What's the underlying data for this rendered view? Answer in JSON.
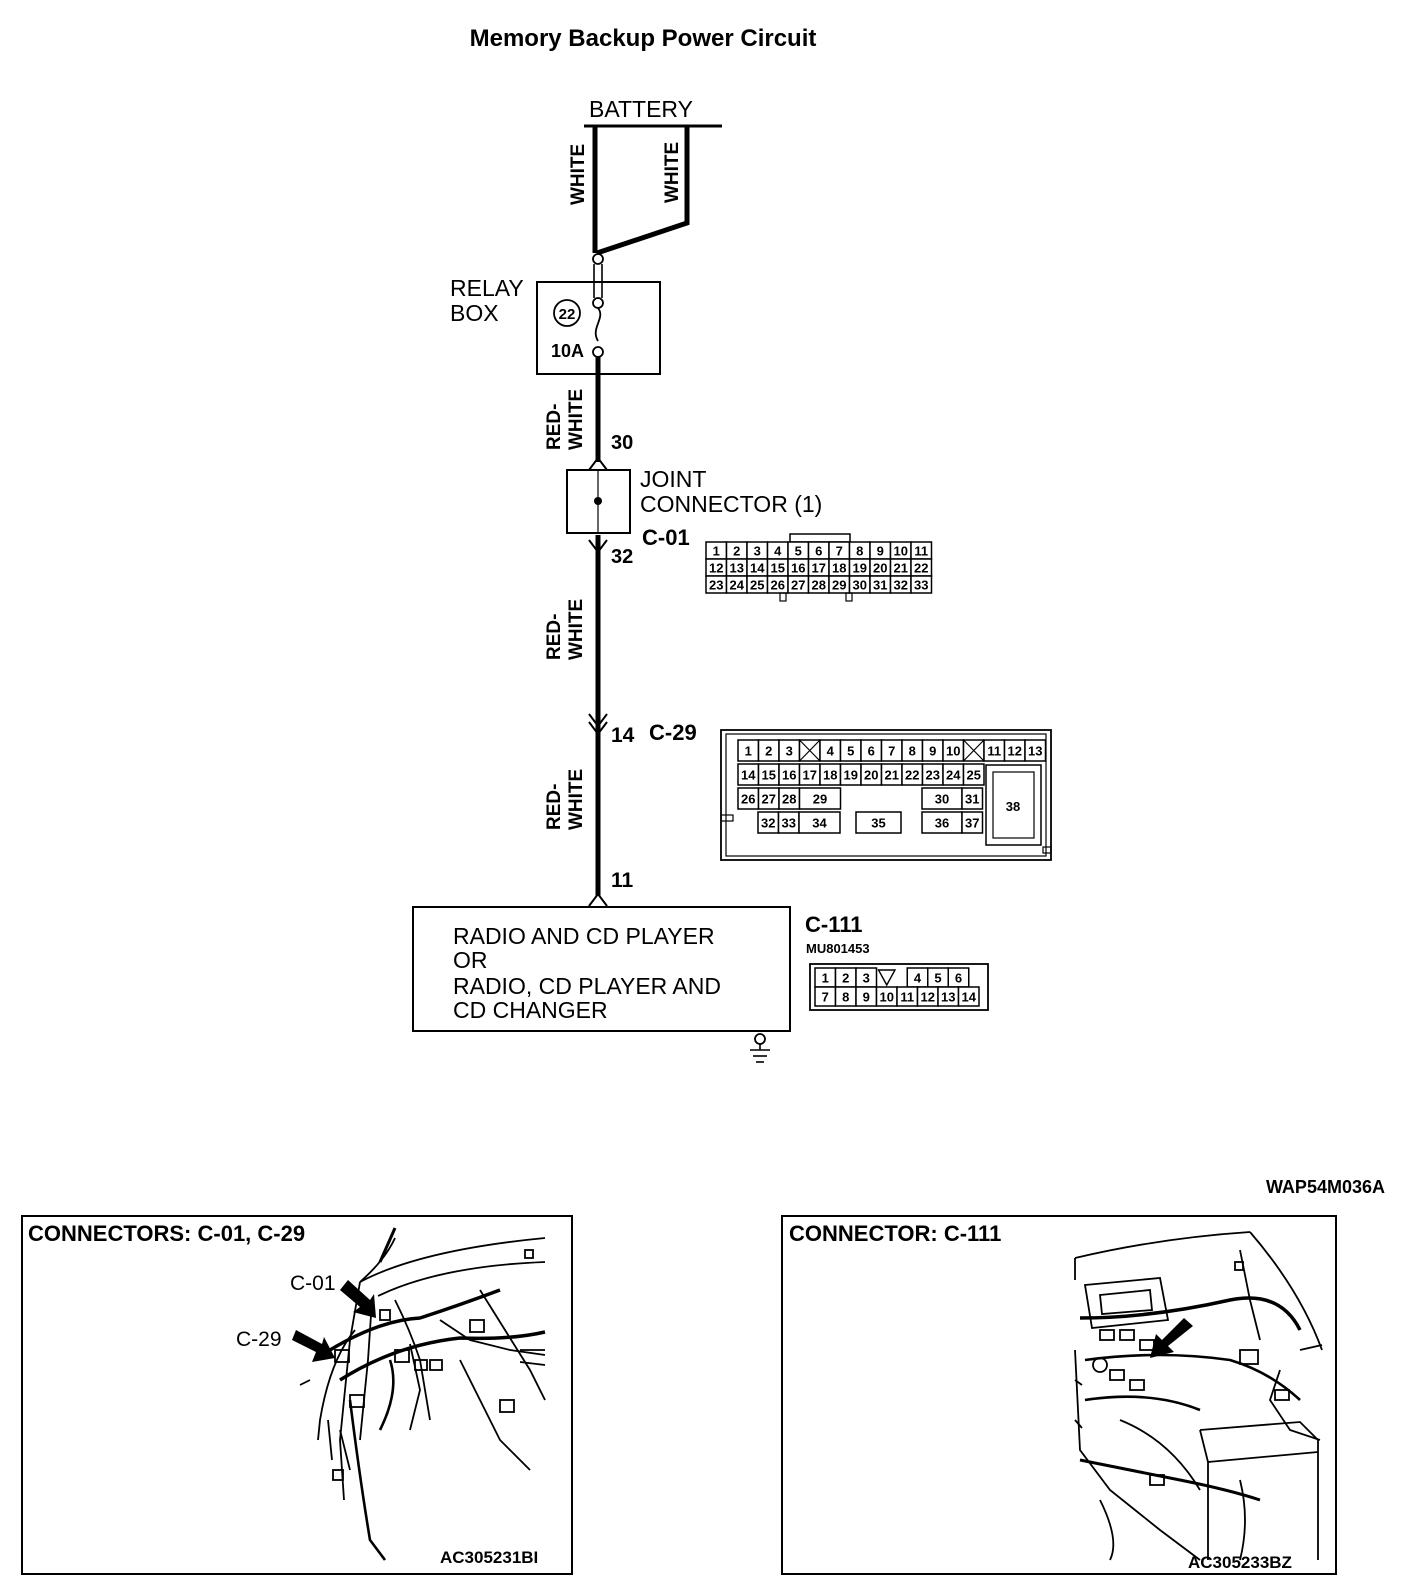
{
  "title": "Memory Backup Power Circuit",
  "figure_code": "WAP54M036A",
  "battery": {
    "label": "BATTERY",
    "wire_left": "WHITE",
    "wire_right": "WHITE"
  },
  "relay_box": {
    "label_line1": "RELAY",
    "label_line2": "BOX",
    "fuse_number": "22",
    "fuse_rating": "10A"
  },
  "wire_red_white": {
    "line1": "RED-",
    "line2": "WHITE"
  },
  "joint_connector": {
    "label_line1": "JOINT",
    "label_line2": "CONNECTOR (1)",
    "connector_id": "C-01",
    "pin_in": "30",
    "pin_out": "32"
  },
  "c29": {
    "connector_id": "C-29",
    "pin": "14"
  },
  "radio": {
    "pin": "11",
    "line1": "RADIO AND CD PLAYER",
    "line2": "OR",
    "line3": "RADIO, CD PLAYER AND",
    "line4": "CD CHANGER",
    "connector_id": "C-111",
    "part_number": "MU801453"
  },
  "panel_left": {
    "title": "CONNECTORS: C-01, C-29",
    "callout_1": "C-01",
    "callout_2": "C-29",
    "code": "AC305231BI"
  },
  "panel_right": {
    "title": "CONNECTOR: C-111",
    "code": "AC305233BZ"
  },
  "c01_pins": {
    "row1": [
      "1",
      "2",
      "3",
      "4",
      "5",
      "6",
      "7",
      "8",
      "9",
      "10",
      "11"
    ],
    "row2": [
      "12",
      "13",
      "14",
      "15",
      "16",
      "17",
      "18",
      "19",
      "20",
      "21",
      "22"
    ],
    "row3": [
      "23",
      "24",
      "25",
      "26",
      "27",
      "28",
      "29",
      "30",
      "31",
      "32",
      "33"
    ]
  },
  "c29_pins": {
    "row1": [
      "1",
      "2",
      "3",
      "4",
      "5",
      "6",
      "7",
      "8",
      "9",
      "10",
      "11",
      "12",
      "13"
    ],
    "row2": [
      "14",
      "15",
      "16",
      "17",
      "18",
      "19",
      "20",
      "21",
      "22",
      "23",
      "24",
      "25"
    ],
    "row3": [
      "26",
      "27",
      "28",
      "29",
      "30",
      "31"
    ],
    "row4": [
      "32",
      "33",
      "34",
      "35",
      "36",
      "37"
    ],
    "big": "38"
  },
  "c111_pins": {
    "row1": [
      "1",
      "2",
      "3",
      "4",
      "5",
      "6"
    ],
    "row2": [
      "7",
      "8",
      "9",
      "10",
      "11",
      "12",
      "13",
      "14"
    ]
  }
}
